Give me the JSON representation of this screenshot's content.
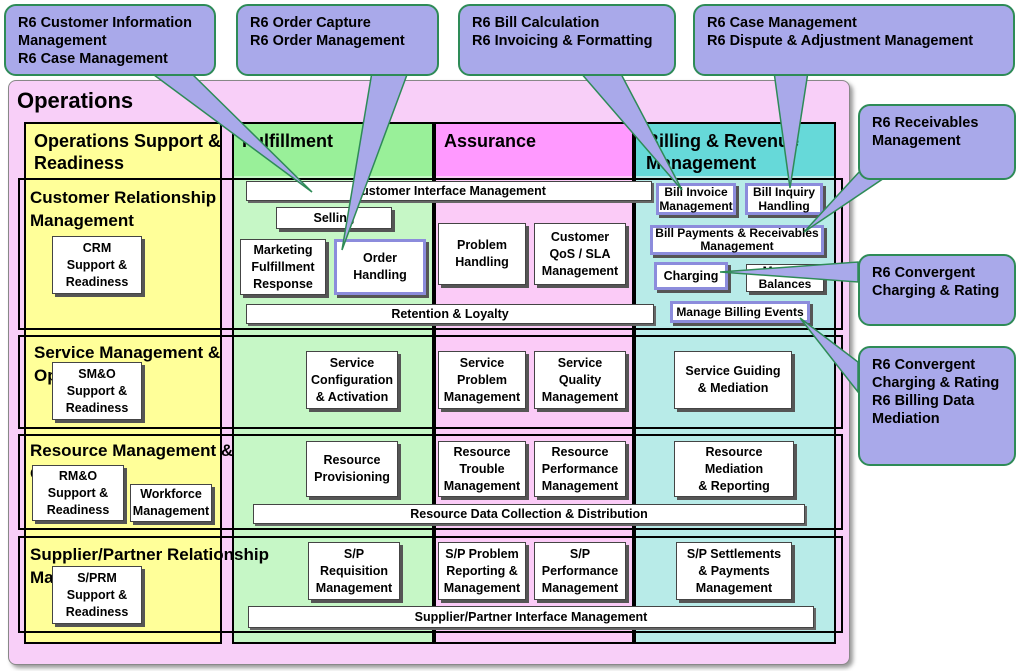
{
  "title": "Operations",
  "columns": {
    "osr": "Operations Support & Readiness",
    "fulfillment": "Fulfillment",
    "assurance": "Assurance",
    "billing": "Billing & Revenue Management"
  },
  "rows": {
    "crm": "Customer Relationship Management",
    "sm": "Service Management & Operations",
    "rm": "Resource Management & Operations",
    "sprm": "Supplier/Partner Relationship Management"
  },
  "boxes": {
    "crm_support": "CRM\nSupport &\nReadiness",
    "selling": "Selling",
    "marketing": "Marketing\nFulfillment\nResponse",
    "order_handling": "Order\nHandling",
    "problem_handling": "Problem\nHandling",
    "customer_qos": "Customer\nQoS / SLA\nManagement",
    "bill_invoice": "Bill Invoice\nManagement",
    "bill_inquiry": "Bill Inquiry\nHandling",
    "bill_payments": "Bill Payments & Receivables\nManagement",
    "charging": "Charging",
    "manage_balances": "Manage\nBalances",
    "manage_billing_events": "Manage Billing Events",
    "smo_support": "SM&O\nSupport &\nReadiness",
    "service_config": "Service\nConfiguration\n& Activation",
    "service_problem": "Service\nProblem\nManagement",
    "service_quality": "Service\nQuality\nManagement",
    "service_guiding": "Service Guiding\n& Mediation",
    "rmo_support": "RM&O\nSupport &\nReadiness",
    "workforce": "Workforce\nManagement",
    "resource_provisioning": "Resource\nProvisioning",
    "resource_trouble": "Resource\nTrouble\nManagement",
    "resource_performance": "Resource\nPerformance\nManagement",
    "resource_mediation": "Resource Mediation\n& Reporting",
    "sprm_support": "S/PRM\nSupport &\nReadiness",
    "sp_requisition": "S/P\nRequisition\nManagement",
    "sp_problem": "S/P Problem\nReporting &\nManagement",
    "sp_performance": "S/P\nPerformance\nManagement",
    "sp_settlements": "S/P Settlements\n& Payments\nManagement"
  },
  "bars": {
    "customer_interface": "Customer Interface Management",
    "retention": "Retention & Loyalty",
    "resource_data": "Resource Data Collection & Distribution",
    "supplier_interface": "Supplier/Partner Interface Management"
  },
  "callouts": {
    "c1": "R6 Customer  Information\nManagement\nR6 Case Management",
    "c2": "R6 Order Capture\nR6 Order Management",
    "c3": "R6 Bill Calculation\nR6 Invoicing & Formatting",
    "c4": "R6 Case Management\nR6 Dispute & Adjustment  Management",
    "c5": "R6 Receivables\nManagement",
    "c6": "R6 Convergent\nCharging & Rating",
    "c7": "R6 Convergent\nCharging & Rating\nR6 Billing Data\nMediation"
  },
  "colors": {
    "operations_bg": "#f8cff8",
    "osr_bg": "#ffff99",
    "fulfillment_bg": "#99f099",
    "assurance_bg": "#ff99ff",
    "billing_bg": "#66d9d9",
    "callout_fill": "#a9a9ea",
    "callout_border": "#2e8b57",
    "highlight_border": "#8c8cdc"
  }
}
